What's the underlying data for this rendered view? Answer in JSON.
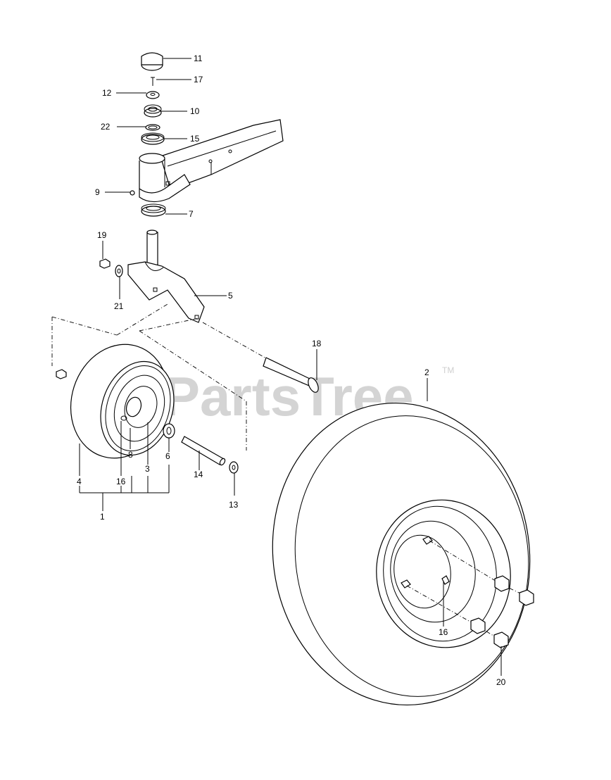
{
  "watermark": {
    "text": "PartsTree",
    "trademark": "TM"
  },
  "callouts": [
    "11",
    "17",
    "12",
    "10",
    "22",
    "15",
    "9",
    "7",
    "19",
    "5",
    "21",
    "18",
    "2",
    "8",
    "6",
    "3",
    "4",
    "16",
    "1",
    "14",
    "13",
    "16",
    "20"
  ]
}
